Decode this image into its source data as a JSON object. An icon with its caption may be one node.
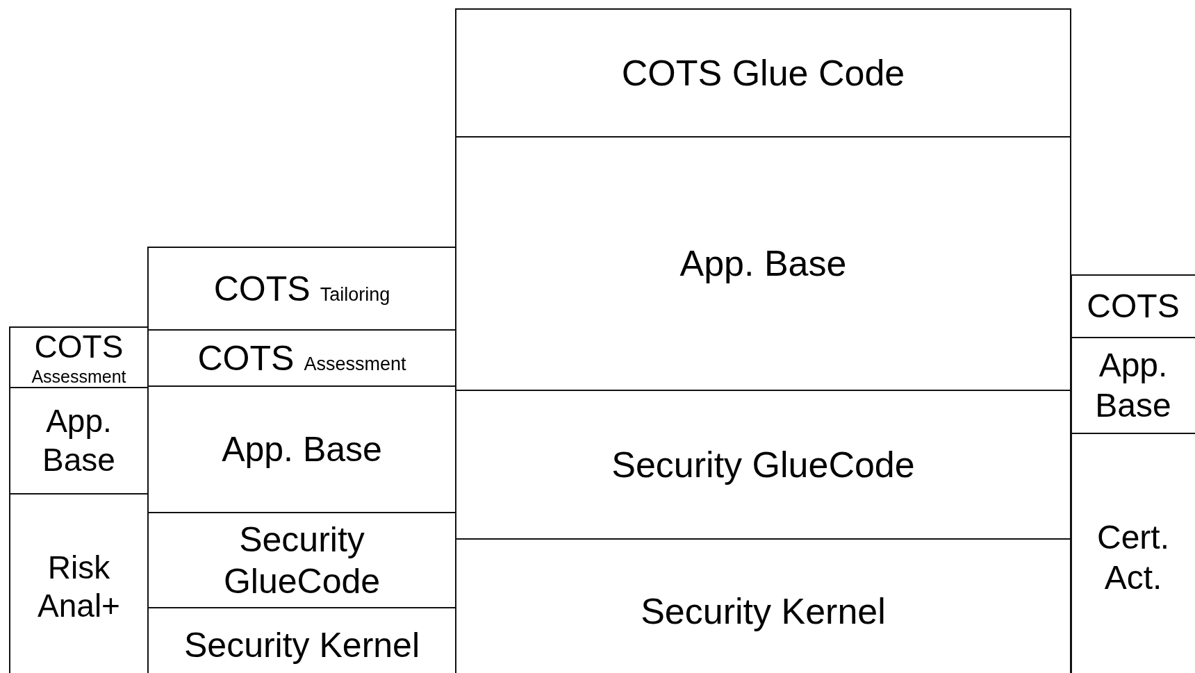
{
  "diagram": {
    "nodes": [
      {
        "text": [
          "COTS",
          "Assessment"
        ]
      },
      {
        "text": [
          "App. Base"
        ]
      },
      {
        "text": [
          "Risk Anal+"
        ]
      },
      {
        "text": [
          "COTS",
          "Tailoring"
        ]
      },
      {
        "text": [
          "COTS",
          "Assessment"
        ]
      },
      {
        "text": [
          "App. Base"
        ]
      },
      {
        "text": [
          "Security GlueCode"
        ]
      },
      {
        "text": [
          "Security Kernel"
        ]
      },
      {
        "text": [
          "COTS Glue Code"
        ]
      },
      {
        "text": [
          "App. Base"
        ]
      },
      {
        "text": [
          "Security GlueCode"
        ]
      },
      {
        "text": [
          "Security Kernel"
        ]
      },
      {
        "text": [
          "COTS"
        ]
      },
      {
        "text": [
          "App. Base"
        ]
      },
      {
        "text": [
          "Cert. Act."
        ]
      }
    ]
  }
}
